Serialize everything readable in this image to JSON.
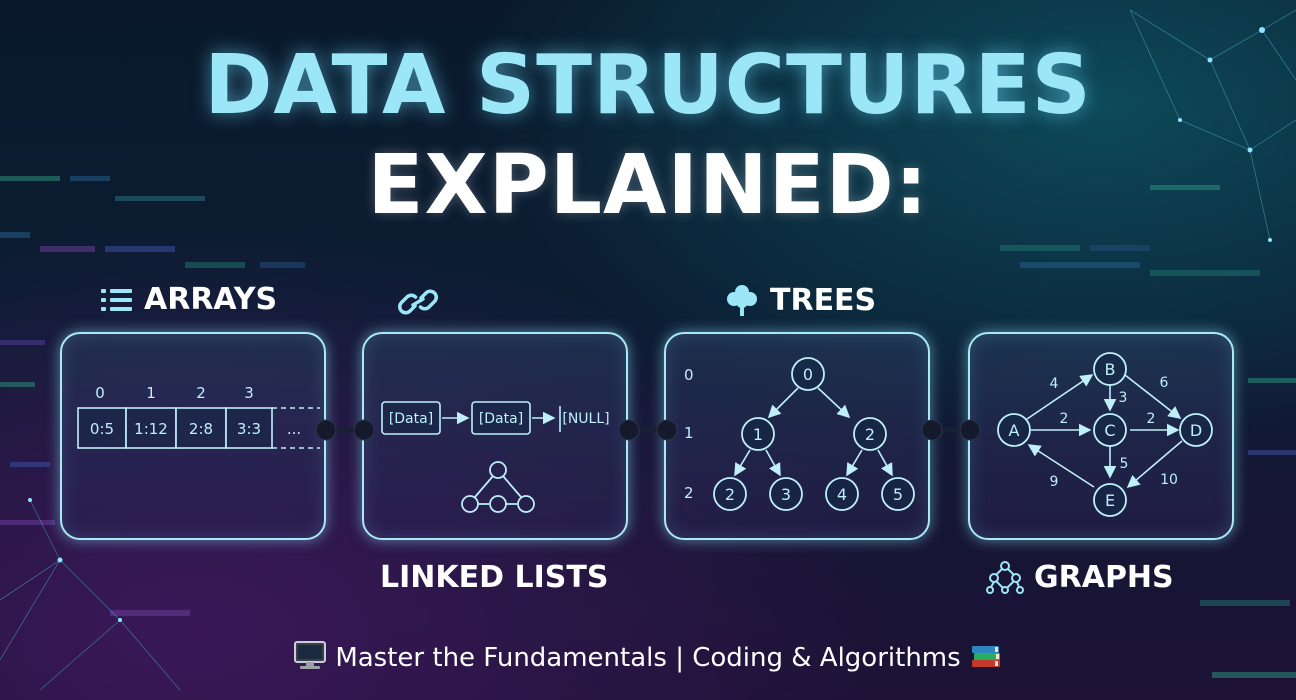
{
  "title": {
    "line1": "DATA STRUCTURES",
    "line2": "EXPLAINED:"
  },
  "colors": {
    "accent": "#9be6f7",
    "panel_border": "#a8e9f5",
    "background": "#0c1d33"
  },
  "sections": {
    "arrays": {
      "label": "ARRAYS",
      "icon": "list-icon",
      "indices": [
        "0",
        "1",
        "2",
        "3"
      ],
      "cells": [
        "0:5",
        "1:12",
        "2:8",
        "3:3",
        "..."
      ]
    },
    "linked_lists": {
      "label": "LINKED LISTS",
      "icon": "link-icon",
      "nodes": [
        "[Data]",
        "[Data]"
      ],
      "terminator": "[NULL]"
    },
    "trees": {
      "label": "TREES",
      "icon": "tree-icon",
      "levels": [
        "0",
        "1",
        "2"
      ],
      "nodes": [
        "0",
        "1",
        "2",
        "2",
        "3",
        "4",
        "5"
      ]
    },
    "graphs": {
      "label": "GRAPHS",
      "icon": "network-icon",
      "nodes": [
        "A",
        "B",
        "C",
        "D",
        "E"
      ],
      "weights": [
        "4",
        "6",
        "3",
        "2",
        "2",
        "5",
        "9",
        "10"
      ]
    }
  },
  "footer": {
    "computer_icon": "computer-icon",
    "books_icon": "books-icon",
    "text": "Master the Fundamentals | Coding & Algorithms"
  }
}
